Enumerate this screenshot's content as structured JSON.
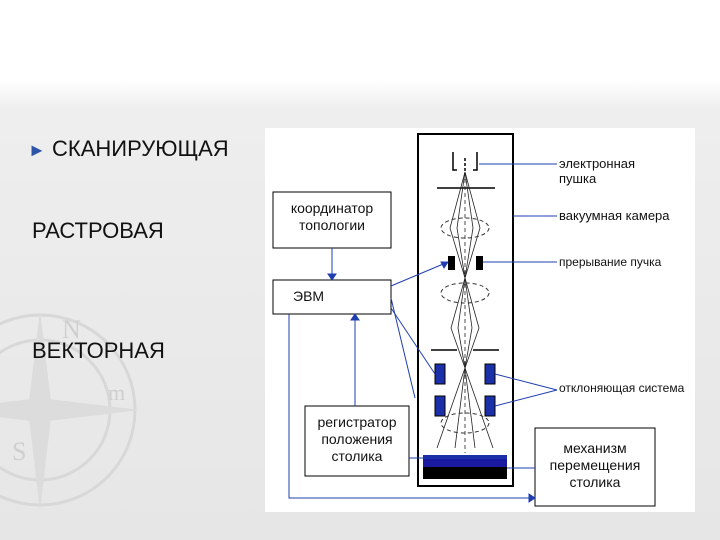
{
  "bullets": {
    "marker": "►",
    "line1": "СКАНИРУЮЩАЯ",
    "line2": "РАСТРОВАЯ",
    "line3": "ВЕКТОРНАЯ"
  },
  "diagram": {
    "labels": {
      "gun_line1": "электронная",
      "gun_line2": "пушка",
      "chamber": "вакуумная камера",
      "blanking": "прерывание пучка",
      "deflection": "отклоняющая система"
    },
    "boxes": {
      "coordinator_line1": "координатор",
      "coordinator_line2": "топологии",
      "computer": "ЭВМ",
      "recorder_line1": "регистратор",
      "recorder_line2": "положения",
      "recorder_line3": "столика",
      "mechanism_line1": "механизм",
      "mechanism_line2": "перемещения",
      "mechanism_line3": "столика"
    },
    "colors": {
      "line": "#1f3fb0",
      "element": "#1a2fa8",
      "table": "#000000"
    }
  }
}
